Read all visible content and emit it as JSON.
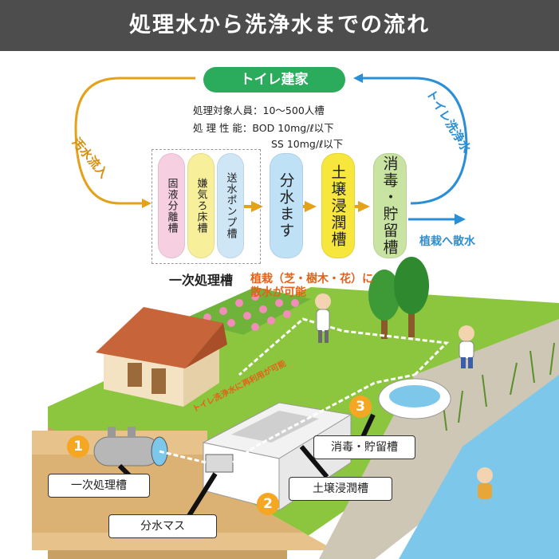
{
  "title": "処理水から洗浄水までの流れ",
  "toilet_label": "トイレ建家",
  "spec": {
    "target_label": "処理対象人員：",
    "target_value": "10〜500人槽",
    "perf_label": "処 理 性 能：",
    "bod": "BOD 10mg/ℓ以下",
    "ss": "SS 10mg/ℓ以下"
  },
  "flow_labels": {
    "inflow": "汚水流入",
    "toilet_wash": "トイレ洗浄水",
    "planting": "植栽へ散水"
  },
  "tanks": {
    "solid": "固液分離槽",
    "anaerobic": "嫌気ろ床槽",
    "pump": "送水ポンプ槽",
    "distribute": "分水ます",
    "soil": "土壌浸潤槽",
    "disinfect": "消毒・貯留槽"
  },
  "primary_label": "一次処理槽",
  "note_planting": [
    "植栽（芝・樹木・花）に",
    "散水が可能"
  ],
  "note_reuse": "トイレ洗浄水に再利用が可能",
  "numbers": [
    "1",
    "2",
    "3"
  ],
  "callouts": {
    "primary": "一次処理槽",
    "distribute": "分水マス",
    "disinfect": "消毒・貯留槽",
    "soil": "土壌浸潤槽"
  },
  "colors": {
    "header_bg": "#4d4d4d",
    "toilet_green": "#2bab5c",
    "inflow_orange": "#e3a21a",
    "wash_blue": "#2a8fd6",
    "solid_pink": "#f6cfe0",
    "anaerobic_yellow": "#f8ef9a",
    "pump_blue": "#cfe6f7",
    "distribute_blue": "#bfe1f6",
    "soil_yellow": "#f7e63c",
    "disinfect_green": "#c9e3a3",
    "number_orange": "#f5a623"
  }
}
